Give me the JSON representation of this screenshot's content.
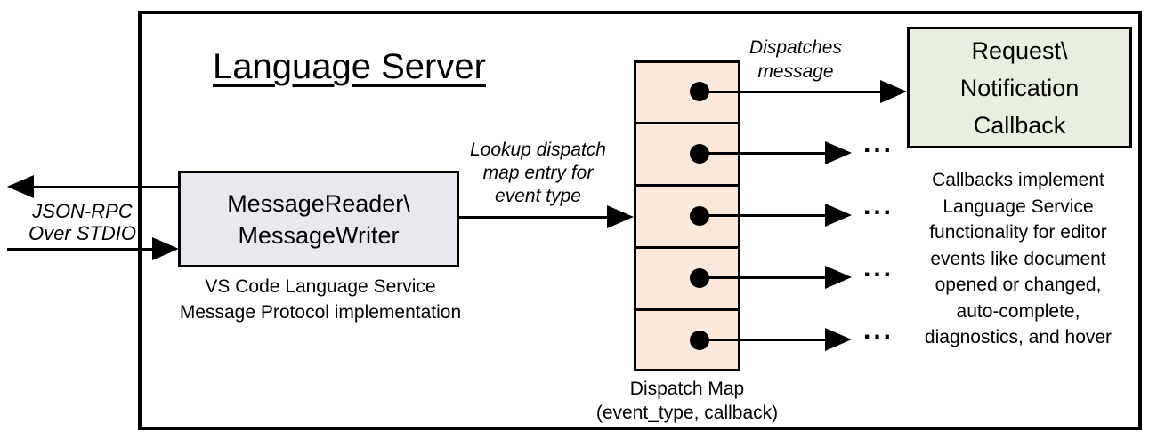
{
  "colors": {
    "outline": "#000000",
    "reader_box_fill": "#e9e8ef",
    "callback_box_fill": "#e8efe0",
    "dispatch_cell_fill": "#fce8d9"
  },
  "diagram": {
    "title": "Language Server",
    "stdio": {
      "label": "JSON-RPC\nOver STDIO"
    },
    "reader_box": {
      "label": "MessageReader\\\nMessageWriter",
      "caption": "VS Code Language Service\nMessage Protocol implementation"
    },
    "lookup_arrow": {
      "label": "Lookup dispatch\nmap entry for\nevent type"
    },
    "dispatch_map": {
      "caption": "Dispatch Map\n(event_type, callback)",
      "ellipsis": "..."
    },
    "dispatch_arrow": {
      "label": "Dispatches\nmessage"
    },
    "callback_box": {
      "label": "Request\\\nNotification\nCallback",
      "note": "Callbacks implement\nLanguage Service\nfunctionality for editor\nevents like document\nopened or changed,\nauto-complete,\ndiagnostics, and hover"
    }
  }
}
